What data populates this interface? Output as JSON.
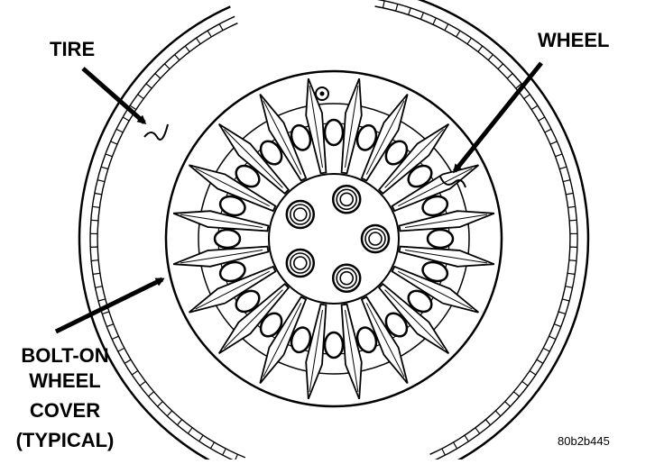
{
  "labels": {
    "tire": "TIRE",
    "wheel": "WHEEL",
    "cover_line1": "BOLT-ON",
    "cover_line2": "WHEEL",
    "cover_line3": "COVER",
    "cover_line4": "(TYPICAL)"
  },
  "figure_code": "80b2b445",
  "colors": {
    "ink": "#000000",
    "paper": "#ffffff"
  },
  "spoke_count": 20,
  "lug_count": 5
}
